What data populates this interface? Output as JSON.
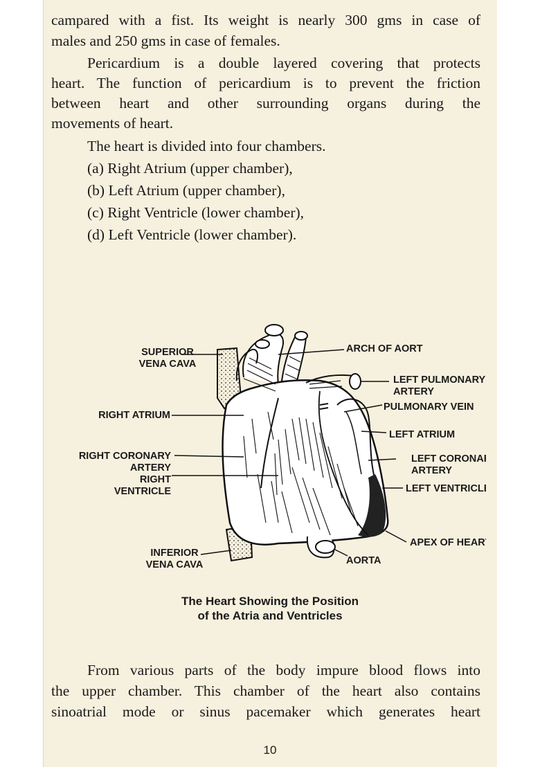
{
  "paragraph_top": {
    "lines": [
      "campared with a fist. Its weight is nearly 300 gms in case of",
      "males and 250 gms in case of females."
    ]
  },
  "paragraph_pericardium": {
    "lines": [
      "Pericardium is a double layered covering that protects",
      "heart. The function of pericardium is to prevent the friction",
      "between heart and other surrounding organs during the",
      "movements of heart."
    ]
  },
  "chambers": {
    "intro": "The heart is divided into four chambers.",
    "items": [
      "(a) Right Atrium (upper chamber),",
      "(b) Left Atrium (upper  chamber),",
      "(c) Right Ventricle (lower chamber),",
      "(d) Left Ventricle (lower chamber)."
    ]
  },
  "figure": {
    "labels": {
      "superior_vena_cava": [
        "SUPERIOR",
        "VENA CAVA"
      ],
      "right_atrium": "RIGHT ATRIUM",
      "right_coronary_artery": [
        "RIGHT CORONARY",
        "ARTERY"
      ],
      "right_ventricle": [
        "RIGHT",
        "VENTRICLE"
      ],
      "inferior_vena_cava": [
        "INFERIOR",
        "VENA CAVA"
      ],
      "arch_of_aort": "ARCH OF AORT",
      "left_pulmonary_artery": [
        "LEFT PULMONARY",
        "ARTERY"
      ],
      "pulmonary_vein": "PULMONARY VEIN",
      "left_atrium": "LEFT ATRIUM",
      "left_coronary_artery": [
        "LEFT CORONARY",
        "ARTERY"
      ],
      "left_ventricle": "LEFT VENTRICLE",
      "apex_of_heart": "APEX OF HEART",
      "aorta": "AORTA"
    },
    "caption": [
      "The Heart Showing the Position",
      "of the Atria and Ventricles"
    ]
  },
  "paragraph_bottom": {
    "lines": [
      "From various parts of the body impure blood flows into",
      "the upper chamber. This chamber of the heart also contains",
      "sinoatrial mode or sinus pacemaker which generates heart"
    ]
  },
  "page_number": "10"
}
